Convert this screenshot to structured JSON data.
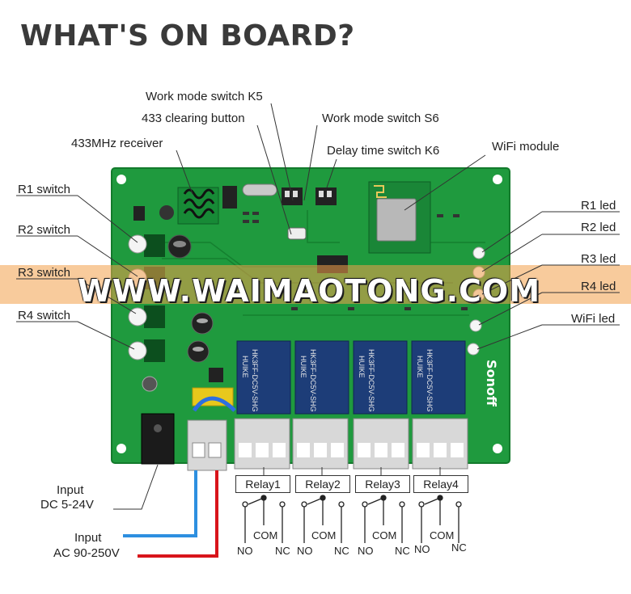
{
  "title": "WHAT'S ON BOARD?",
  "watermark": "WWW.WAIMAOTONG.COM",
  "labels": {
    "k5": "Work mode switch K5",
    "clear433": "433 clearing button",
    "s6": "Work mode switch S6",
    "recv433": "433MHz receiver",
    "k6": "Delay time switch K6",
    "wifi_module": "WiFi module",
    "r1_switch": "R1 switch",
    "r2_switch": "R2 switch",
    "r3_switch": "R3 switch",
    "r4_switch": "R4 switch",
    "r1_led": "R1 led",
    "r2_led": "R2 led",
    "r3_led": "R3 led",
    "r4_led": "R4 led",
    "wifi_led": "WiFi led",
    "input_dc_1": "Input",
    "input_dc_2": "DC 5-24V",
    "input_ac_1": "Input",
    "input_ac_2": "AC 90-250V"
  },
  "relays": [
    {
      "label": "Relay1",
      "com": "COM",
      "no": "NO",
      "nc": "NC"
    },
    {
      "label": "Relay2",
      "com": "COM",
      "no": "NO",
      "nc": "NC"
    },
    {
      "label": "Relay3",
      "com": "COM",
      "no": "NO",
      "nc": "NC"
    },
    {
      "label": "Relay4",
      "com": "COM",
      "no": "NO",
      "nc": "NC"
    }
  ],
  "board_text": {
    "relay_brand": "HUIKE",
    "relay_model": "HK3FF-DC5V-SHG",
    "logo": "Sonoff"
  },
  "colors": {
    "pcb": "#1f9a3e",
    "pcb_dark": "#137a2c",
    "relay_blue": "#1d3d78",
    "wire_blue": "#2d8fe0",
    "wire_red": "#d8141b",
    "watermark_band": "#f3a04a"
  }
}
